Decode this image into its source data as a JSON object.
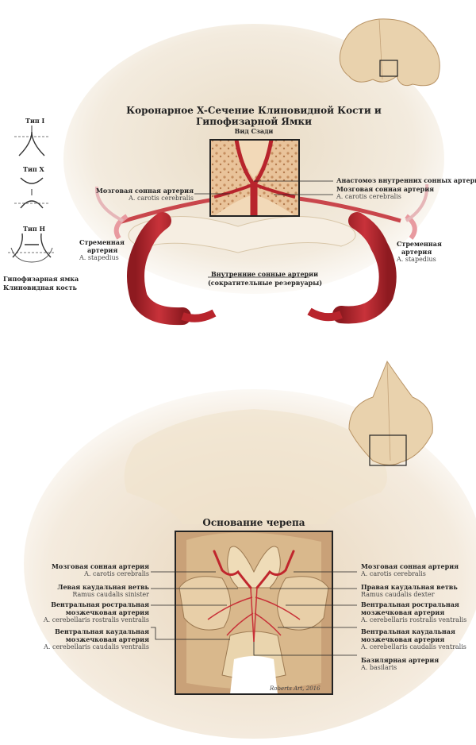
{
  "top_panel": {
    "title_line1": "Коронарное X-Сечение Клиновидной Кости и",
    "title_line2": "Гипофизарной Ямки",
    "subtitle": "Вид Сзади",
    "types": {
      "type1": "Тип I",
      "typeX": "Тип X",
      "typeH": "Тип H"
    },
    "legend": {
      "fossa": "Гипофизарная ямка",
      "bone": "Клиновидная кость"
    },
    "labels": {
      "cerebral_left_ru": "Мозговая сонная артерия",
      "cerebral_left_lat": "A. carotis cerebralis",
      "anastomosis": "Анастомоз внутренних сонных артерий",
      "cerebral_right_ru": "Мозговая сонная артерия",
      "cerebral_right_lat": "A. carotis cerebralis",
      "stapedial_left_ru1": "Стременная",
      "stapedial_left_ru2": "артерия",
      "stapedial_left_lat": "A. stapedius",
      "stapedial_right_ru1": "Стременная",
      "stapedial_right_ru2": "артерия",
      "stapedial_right_lat": "A. stapedius",
      "internal_ru": "Внутренние сонные артерии",
      "internal_sub": "(сократительные резервуары)"
    }
  },
  "bottom_panel": {
    "title": "Основание черепа",
    "labels": {
      "cerebral_left_ru": "Мозговая сонная артерия",
      "cerebral_left_lat": "A. carotis cerebralis",
      "left_caudal_ru": "Левая каудальная ветвь",
      "left_caudal_lat": "Ramus caudalis sinister",
      "vrcb_left_ru1": "Вентральная ростральная",
      "vrcb_left_ru2": "мозжечковая артерия",
      "vrcb_left_lat": "A. cerebellaris rostralis ventralis",
      "vccb_left_ru1": "Вентральная каудальная",
      "vccb_left_ru2": "мозжечковая артерия",
      "vccb_left_lat": "A. cerebellaris caudalis ventralis",
      "cerebral_right_ru": "Мозговая сонная артерия",
      "cerebral_right_lat": "A. carotis cerebralis",
      "right_caudal_ru": "Правая каудальная ветвь",
      "right_caudal_lat": "Ramus caudalis dexter",
      "vrcb_right_ru1": "Вентральная ростральная",
      "vrcb_right_ru2": "мозжечковая артерия",
      "vrcb_right_lat": "A. cerebellaris rostralis ventralis",
      "vccb_right_ru1": "Вентральная каудальная",
      "vccb_right_ru2": "мозжечковая артерия",
      "vccb_right_lat": "A. cerebellaris caudalis ventralis",
      "basilar_ru": "Базилярная артерия",
      "basilar_lat": "A. basilaris"
    },
    "signature": "Roberts Art, 2016"
  },
  "colors": {
    "artery": "#b8242c",
    "artery_light": "#e0868a",
    "bone": "#e8d5b8",
    "bone_dark": "#c9a57a",
    "bone_bg": "#f1e6d4",
    "inset_frame": "#222222"
  }
}
